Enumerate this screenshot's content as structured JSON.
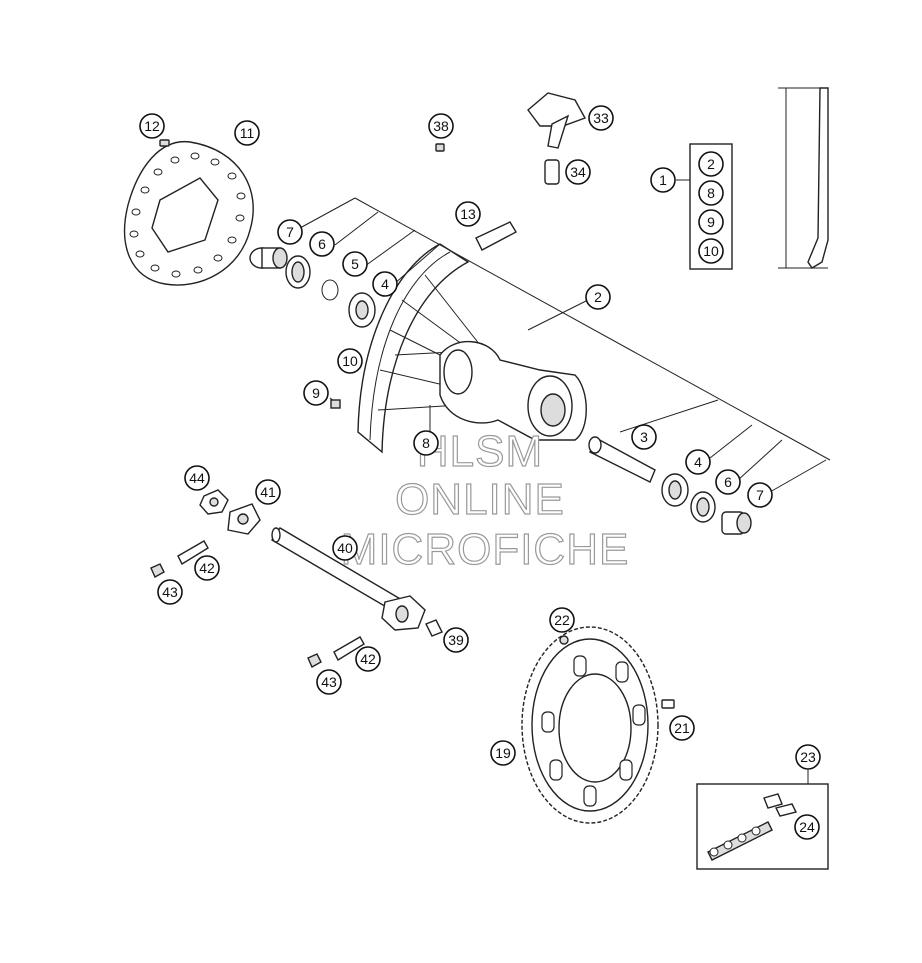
{
  "callouts": {
    "c1": "1",
    "c2a": "2",
    "c8a": "8",
    "c9a": "9",
    "c10a": "10",
    "c2": "2",
    "c3": "3",
    "c4a": "4",
    "c4b": "4",
    "c5": "5",
    "c6a": "6",
    "c6b": "6",
    "c7a": "7",
    "c7b": "7",
    "c8": "8",
    "c9": "9",
    "c10": "10",
    "c11": "11",
    "c12": "12",
    "c13": "13",
    "c19": "19",
    "c21": "21",
    "c22": "22",
    "c23": "23",
    "c24": "24",
    "c33": "33",
    "c34": "34",
    "c38": "38",
    "c39": "39",
    "c40": "40",
    "c41": "41",
    "c42a": "42",
    "c42b": "42",
    "c43a": "43",
    "c43b": "43",
    "c44": "44"
  },
  "watermark": {
    "line1": "HLSM",
    "line2": "ONLINE",
    "line3": "MICROFICHE"
  }
}
